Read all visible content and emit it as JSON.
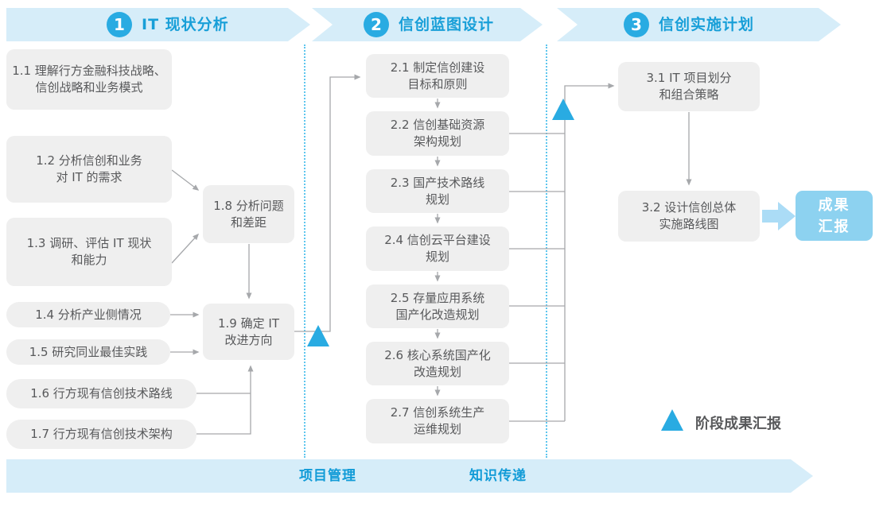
{
  "colors": {
    "accent_blue": "#29abe2",
    "banner_fill": "#d6edf9",
    "banner_text": "#189fd8",
    "node_fill": "#efefef",
    "node_text": "#58595b",
    "connector_gray": "#a6a8ab",
    "result_fill": "#8dd2f0",
    "separator_dotted": "#5ec6ee"
  },
  "banners": [
    {
      "number": "1",
      "title": "IT 现状分析"
    },
    {
      "number": "2",
      "title": "信创蓝图设计"
    },
    {
      "number": "3",
      "title": "信创实施计划"
    }
  ],
  "phase1": {
    "boxes": [
      {
        "id": "1.1",
        "lines": [
          "1.1 理解行方金融科技战略、",
          "信创战略和业务模式"
        ]
      },
      {
        "id": "1.2",
        "lines": [
          "1.2 分析信创和业务",
          "对 IT 的需求"
        ]
      },
      {
        "id": "1.3",
        "lines": [
          "1.3 调研、评估 IT 现状",
          "和能力"
        ]
      },
      {
        "id": "1.4",
        "lines": [
          "1.4 分析产业侧情况"
        ]
      },
      {
        "id": "1.5",
        "lines": [
          "1.5 研究同业最佳实践"
        ]
      },
      {
        "id": "1.6",
        "lines": [
          "1.6 行方现有信创技术路线"
        ]
      },
      {
        "id": "1.7",
        "lines": [
          "1.7 行方现有信创技术架构"
        ]
      },
      {
        "id": "1.8",
        "lines": [
          "1.8 分析问题",
          "和差距"
        ]
      },
      {
        "id": "1.9",
        "lines": [
          "1.9 确定 IT",
          "改进方向"
        ]
      }
    ]
  },
  "phase2": {
    "boxes": [
      {
        "id": "2.1",
        "lines": [
          "2.1 制定信创建设",
          "目标和原则"
        ]
      },
      {
        "id": "2.2",
        "lines": [
          "2.2 信创基础资源",
          "架构规划"
        ]
      },
      {
        "id": "2.3",
        "lines": [
          "2.3 国产技术路线",
          "规划"
        ]
      },
      {
        "id": "2.4",
        "lines": [
          "2.4 信创云平台建设",
          "规划"
        ]
      },
      {
        "id": "2.5",
        "lines": [
          "2.5 存量应用系统",
          "国产化改造规划"
        ]
      },
      {
        "id": "2.6",
        "lines": [
          "2.6 核心系统国产化",
          "改造规划"
        ]
      },
      {
        "id": "2.7",
        "lines": [
          "2.7 信创系统生产",
          "运维规划"
        ]
      }
    ]
  },
  "phase3": {
    "boxes": [
      {
        "id": "3.1",
        "lines": [
          "3.1 IT 项目划分",
          "和组合策略"
        ]
      },
      {
        "id": "3.2",
        "lines": [
          "3.2 设计信创总体",
          "实施路线图"
        ]
      }
    ]
  },
  "result_box": {
    "lines": [
      "成果",
      "汇报"
    ]
  },
  "legend": {
    "label": "阶段成果汇报"
  },
  "footer": {
    "labels": [
      "项目管理",
      "知识传递"
    ]
  }
}
